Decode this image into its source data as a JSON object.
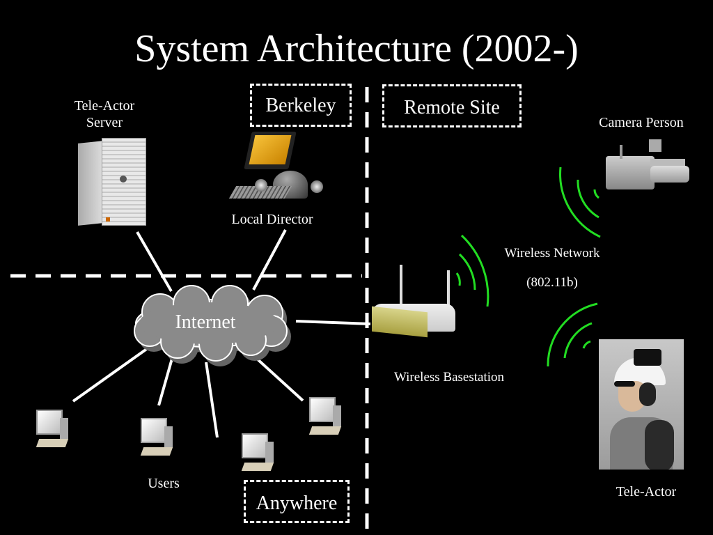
{
  "title": "System Architecture (2002-)",
  "regions": {
    "berkeley": "Berkeley",
    "remote_site": "Remote Site",
    "anywhere": "Anywhere"
  },
  "nodes": {
    "server": {
      "label_line1": "Tele-Actor",
      "label_line2": "Server",
      "icon": "server-tower-icon"
    },
    "local_director": {
      "label": "Local Director",
      "icon": "desktop-computer-icon"
    },
    "internet": {
      "label": "Internet",
      "icon": "cloud-icon"
    },
    "basestation": {
      "label": "Wireless Basestation",
      "icon": "wireless-router-icon"
    },
    "wireless_network": {
      "label_line1": "Wireless Network",
      "label_line2": "(802.11b)"
    },
    "camera_person": {
      "label": "Camera Person",
      "icon": "video-camera-icon"
    },
    "tele_actor": {
      "label": "Tele-Actor",
      "icon": "person-photo-icon"
    },
    "users": {
      "label": "Users",
      "count": 4,
      "icon": "pc-icon"
    }
  },
  "colors": {
    "background": "#000000",
    "line": "#ffffff",
    "wireless": "#22dd22",
    "cloud": "#8a8a8a"
  }
}
